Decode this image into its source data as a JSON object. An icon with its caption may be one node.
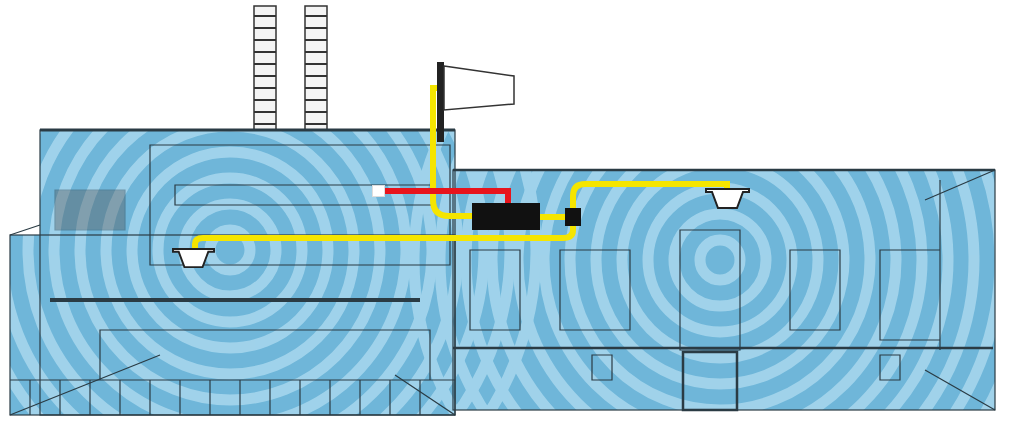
{
  "diagram": {
    "nodes": [
      {
        "text": [],
        "shape": "antenna"
      },
      {
        "text": [],
        "shape": "box"
      },
      {
        "text": [],
        "shape": "box"
      },
      {
        "text": [],
        "shape": "antenna"
      },
      {
        "text": [],
        "shape": "antenna"
      },
      {
        "text": [],
        "shape": "box"
      }
    ],
    "edges": [
      {
        "from": 0,
        "to": 1,
        "arrow": "none"
      },
      {
        "from": 5,
        "to": 1,
        "arrow": "none",
        "color": "#e8141c"
      },
      {
        "from": 1,
        "to": 2,
        "arrow": "none"
      },
      {
        "from": 2,
        "to": 3,
        "arrow": "none"
      },
      {
        "from": 2,
        "to": 4,
        "arrow": "none"
      }
    ]
  }
}
